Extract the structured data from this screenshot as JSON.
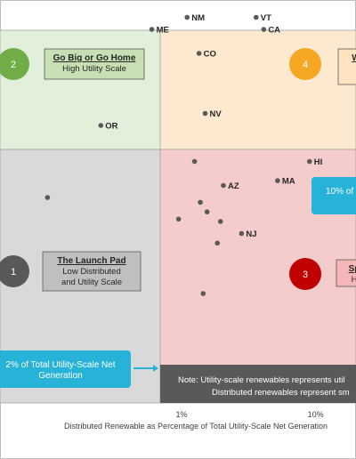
{
  "chart_data": {
    "type": "scatter",
    "xlabel": "Distributed Renewable as Percentage of Total Utility-Scale Net Generation",
    "x_ticks": [
      "1%",
      "10%"
    ],
    "quadrants": [
      {
        "id": "q1",
        "number": "1",
        "title": "The Launch Pad",
        "subtitle": [
          "Low Distributed",
          "and Utility Scale"
        ],
        "color": "#d9d9d9",
        "circle": "#595959",
        "box": "#bfbfbf"
      },
      {
        "id": "q2",
        "number": "2",
        "title": "Go Big or Go Home",
        "subtitle": [
          "High Utility Scale"
        ],
        "color": "#e2efda",
        "circle": "#70ad47",
        "box": "#c6e0b4"
      },
      {
        "id": "q3",
        "number": "3",
        "title": "Sp",
        "subtitle": [
          "H"
        ],
        "color": "#f4cccc",
        "circle": "#c00000",
        "box": "#f4b6b6"
      },
      {
        "id": "q4",
        "number": "4",
        "title": "W",
        "subtitle": [
          "",
          ""
        ],
        "color": "#fde9d0",
        "circle": "#f5a623",
        "box": "#fde3c0"
      }
    ],
    "labeled_points": [
      {
        "label": "ME",
        "x": 0.6,
        "y": 1.7
      },
      {
        "label": "NM",
        "x": 1.1,
        "y": 1.75
      },
      {
        "label": "CO",
        "x": 1.35,
        "y": 1.6
      },
      {
        "label": "OR",
        "x": 0.25,
        "y": 1.3
      },
      {
        "label": "NV",
        "x": 1.5,
        "y": 1.35
      },
      {
        "label": "VT",
        "x": 3.6,
        "y": 1.75
      },
      {
        "label": "CA",
        "x": 4.1,
        "y": 1.7
      },
      {
        "label": "HI",
        "x": 9,
        "y": 1.15
      },
      {
        "label": "AZ",
        "x": 2.05,
        "y": 1.05
      },
      {
        "label": "MA",
        "x": 5.2,
        "y": 1.07
      },
      {
        "label": "NJ",
        "x": 2.8,
        "y": 0.85
      }
    ],
    "unlabeled_points": [
      {
        "x": 1.25,
        "y": 1.15
      },
      {
        "x": 0.1,
        "y": 1.0
      },
      {
        "x": 1.38,
        "y": 0.98
      },
      {
        "x": 1.55,
        "y": 0.94
      },
      {
        "x": 0.95,
        "y": 0.91
      },
      {
        "x": 1.95,
        "y": 0.9
      },
      {
        "x": 1.85,
        "y": 0.81
      },
      {
        "x": 1.45,
        "y": 0.6
      }
    ]
  },
  "callouts": {
    "left": "2% of Total Utility-Scale Net Generation",
    "right_top": "10% of",
    "note": [
      "Note: Utility-scale renewables represents util",
      "Distributed renewables represent sm"
    ]
  }
}
